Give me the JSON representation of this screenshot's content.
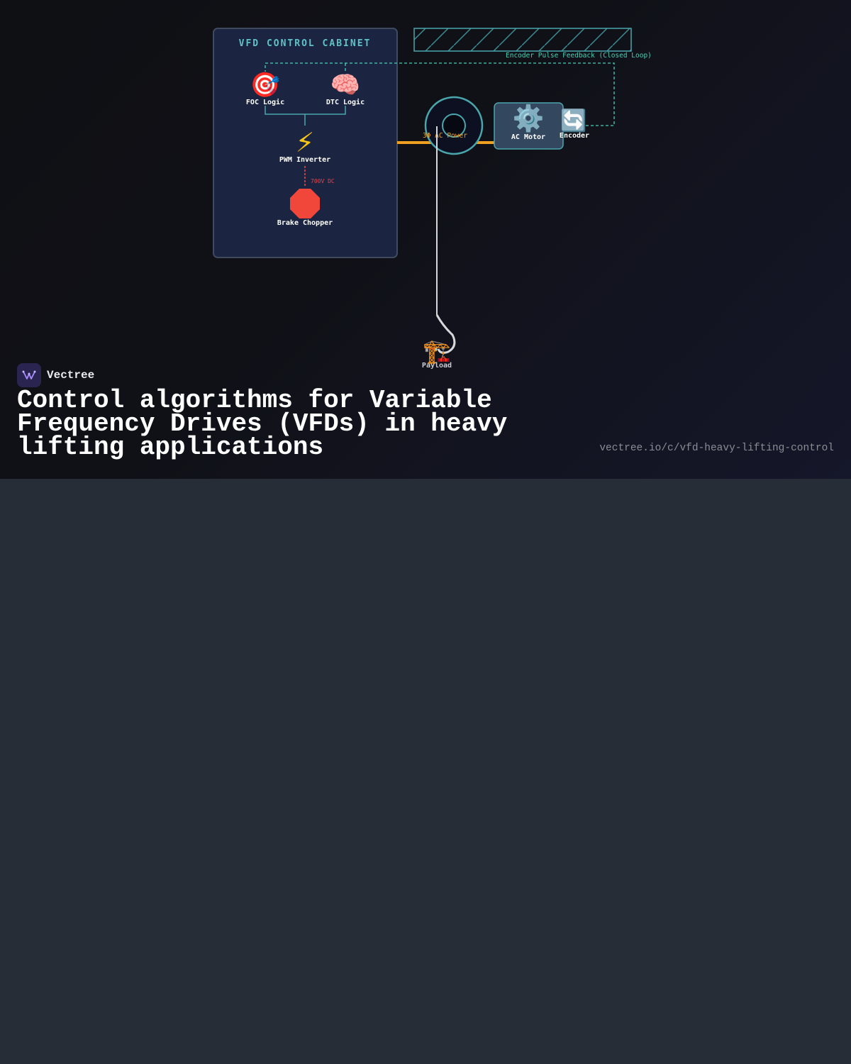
{
  "brand": {
    "name": "Vectree",
    "logo_icon": "vectree-logo-icon"
  },
  "title": "Control algorithms for Variable Frequency Drives (VFDs) in heavy lifting applications",
  "url": "vectree.io/c/vfd-heavy-lifting-control",
  "diagram": {
    "cabinet_title": "VFD CONTROL CABINET",
    "nodes": {
      "foc": {
        "label": "FOC Logic",
        "icon": "🎯"
      },
      "dtc": {
        "label": "DTC Logic",
        "icon": "🧠"
      },
      "pwm": {
        "label": "PWM Inverter",
        "icon": "⚡"
      },
      "brake": {
        "label": "Brake Chopper",
        "icon": "stop-octagon-icon"
      },
      "motor": {
        "label": "AC Motor",
        "icon": "⚙️"
      },
      "encoder": {
        "label": "Encoder",
        "icon": "🔄"
      },
      "payload": {
        "label": "Payload",
        "icon": "🏗️"
      }
    },
    "edges": {
      "dc_bus": "700V DC",
      "power": "3Φ AC Power",
      "feedback": "Encoder Pulse Feedback (Closed Loop)"
    },
    "colors": {
      "teal": "#49d0b6",
      "power_orange": "#f0a020",
      "dc_red": "#e4464c",
      "cabinet_bg": "#1b2440",
      "accent_purple": "#8b5cf6"
    }
  }
}
